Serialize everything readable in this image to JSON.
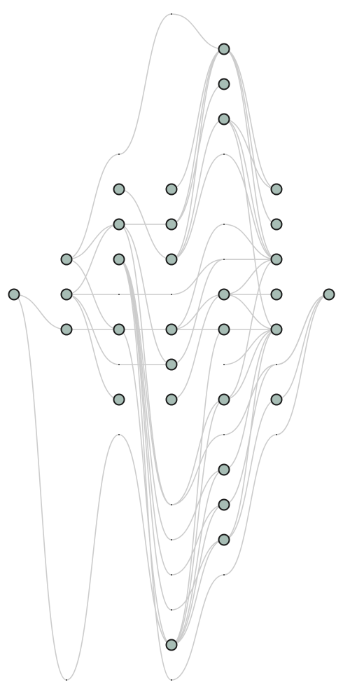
{
  "nodes": [
    {
      "id": "a",
      "col": 0,
      "row": 8
    },
    {
      "id": "b1",
      "col": 1,
      "row": 7
    },
    {
      "id": "b2",
      "col": 1,
      "row": 8
    },
    {
      "id": "b3",
      "col": 1,
      "row": 9
    },
    {
      "id": "c1",
      "col": 2,
      "row": 5
    },
    {
      "id": "c2",
      "col": 2,
      "row": 6
    },
    {
      "id": "c3",
      "col": 2,
      "row": 7
    },
    {
      "id": "c4",
      "col": 2,
      "row": 9
    },
    {
      "id": "c5",
      "col": 2,
      "row": 11
    },
    {
      "id": "d1",
      "col": 3,
      "row": 5
    },
    {
      "id": "d2",
      "col": 3,
      "row": 6
    },
    {
      "id": "d3",
      "col": 3,
      "row": 7
    },
    {
      "id": "d4",
      "col": 3,
      "row": 9
    },
    {
      "id": "d5",
      "col": 3,
      "row": 10
    },
    {
      "id": "d6",
      "col": 3,
      "row": 11
    },
    {
      "id": "d7",
      "col": 3,
      "row": 18
    },
    {
      "id": "e1",
      "col": 4,
      "row": 1
    },
    {
      "id": "e2",
      "col": 4,
      "row": 2
    },
    {
      "id": "e3",
      "col": 4,
      "row": 3
    },
    {
      "id": "e4",
      "col": 4,
      "row": 8
    },
    {
      "id": "e5",
      "col": 4,
      "row": 9
    },
    {
      "id": "e6",
      "col": 4,
      "row": 11
    },
    {
      "id": "e7",
      "col": 4,
      "row": 13
    },
    {
      "id": "e8",
      "col": 4,
      "row": 14
    },
    {
      "id": "e9",
      "col": 4,
      "row": 15
    },
    {
      "id": "f1",
      "col": 5,
      "row": 5
    },
    {
      "id": "f2",
      "col": 5,
      "row": 6
    },
    {
      "id": "f3",
      "col": 5,
      "row": 7
    },
    {
      "id": "f4",
      "col": 5,
      "row": 8
    },
    {
      "id": "f5",
      "col": 5,
      "row": 9
    },
    {
      "id": "f6",
      "col": 5,
      "row": 11
    },
    {
      "id": "g",
      "col": 6,
      "row": 8
    }
  ],
  "dummies": [
    {
      "col": 3,
      "row": 0
    },
    {
      "col": 2,
      "row": 4
    },
    {
      "col": 4,
      "row": 4
    },
    {
      "col": 4,
      "row": 6
    },
    {
      "col": 4,
      "row": 7
    },
    {
      "col": 2,
      "row": 8
    },
    {
      "col": 3,
      "row": 8
    },
    {
      "col": 2,
      "row": 10
    },
    {
      "col": 4,
      "row": 10
    },
    {
      "col": 5,
      "row": 10
    },
    {
      "col": 2,
      "row": 12
    },
    {
      "col": 4,
      "row": 12
    },
    {
      "col": 5,
      "row": 12
    },
    {
      "col": 3,
      "row": 14
    },
    {
      "col": 3,
      "row": 15
    },
    {
      "col": 3,
      "row": 16
    },
    {
      "col": 4,
      "row": 16
    },
    {
      "col": 3,
      "row": 17
    },
    {
      "col": 1,
      "row": 19
    },
    {
      "col": 3,
      "row": 19
    }
  ],
  "edges": [
    [
      [
        0,
        8
      ],
      [
        1,
        19
      ],
      [
        2,
        12
      ],
      [
        3,
        18
      ]
    ],
    [
      [
        0,
        8
      ],
      [
        1,
        9
      ]
    ],
    [
      [
        1,
        7
      ],
      [
        2,
        4
      ],
      [
        3,
        0
      ],
      [
        4,
        1
      ]
    ],
    [
      [
        1,
        7
      ],
      [
        2,
        6
      ]
    ],
    [
      [
        1,
        7
      ],
      [
        2,
        9
      ]
    ],
    [
      [
        1,
        8
      ],
      [
        2,
        6
      ]
    ],
    [
      [
        1,
        8
      ],
      [
        2,
        8
      ],
      [
        3,
        8
      ],
      [
        4,
        7
      ],
      [
        5,
        7
      ]
    ],
    [
      [
        1,
        8
      ],
      [
        2,
        10
      ],
      [
        3,
        10
      ]
    ],
    [
      [
        1,
        8
      ],
      [
        2,
        11
      ]
    ],
    [
      [
        1,
        9
      ],
      [
        2,
        9
      ]
    ],
    [
      [
        2,
        5
      ],
      [
        3,
        7
      ]
    ],
    [
      [
        2,
        6
      ],
      [
        3,
        6
      ]
    ],
    [
      [
        2,
        6
      ],
      [
        3,
        10
      ]
    ],
    [
      [
        2,
        6
      ],
      [
        3,
        14
      ],
      [
        4,
        11
      ]
    ],
    [
      [
        2,
        7
      ],
      [
        3,
        14
      ],
      [
        4,
        12
      ],
      [
        5,
        10
      ],
      [
        6,
        8
      ]
    ],
    [
      [
        2,
        7
      ],
      [
        3,
        15
      ],
      [
        4,
        13
      ]
    ],
    [
      [
        2,
        7
      ],
      [
        3,
        16
      ],
      [
        4,
        14
      ]
    ],
    [
      [
        2,
        7
      ],
      [
        3,
        17
      ],
      [
        4,
        15
      ]
    ],
    [
      [
        2,
        7
      ],
      [
        3,
        19
      ],
      [
        4,
        16
      ],
      [
        5,
        12
      ],
      [
        6,
        8
      ]
    ],
    [
      [
        2,
        9
      ],
      [
        3,
        9
      ]
    ],
    [
      [
        2,
        9
      ],
      [
        3,
        18
      ]
    ],
    [
      [
        3,
        5
      ],
      [
        4,
        1
      ]
    ],
    [
      [
        3,
        6
      ],
      [
        4,
        1
      ]
    ],
    [
      [
        3,
        6
      ],
      [
        4,
        2
      ]
    ],
    [
      [
        3,
        7
      ],
      [
        4,
        1
      ]
    ],
    [
      [
        3,
        7
      ],
      [
        4,
        3
      ]
    ],
    [
      [
        3,
        7
      ],
      [
        4,
        4
      ],
      [
        5,
        7
      ]
    ],
    [
      [
        3,
        9
      ],
      [
        4,
        6
      ],
      [
        5,
        7
      ]
    ],
    [
      [
        3,
        9
      ],
      [
        4,
        9
      ]
    ],
    [
      [
        3,
        9
      ],
      [
        4,
        8
      ]
    ],
    [
      [
        3,
        10
      ],
      [
        4,
        7
      ],
      [
        5,
        7
      ]
    ],
    [
      [
        3,
        11
      ],
      [
        4,
        8
      ]
    ],
    [
      [
        3,
        18
      ],
      [
        4,
        9
      ]
    ],
    [
      [
        3,
        18
      ],
      [
        4,
        11
      ]
    ],
    [
      [
        3,
        18
      ],
      [
        4,
        13
      ]
    ],
    [
      [
        3,
        18
      ],
      [
        4,
        14
      ]
    ],
    [
      [
        3,
        18
      ],
      [
        4,
        15
      ]
    ],
    [
      [
        4,
        1
      ],
      [
        5,
        5
      ]
    ],
    [
      [
        4,
        1
      ],
      [
        5,
        6
      ]
    ],
    [
      [
        4,
        1
      ],
      [
        5,
        7
      ]
    ],
    [
      [
        4,
        3
      ],
      [
        5,
        5
      ]
    ],
    [
      [
        4,
        3
      ],
      [
        5,
        7
      ]
    ],
    [
      [
        4,
        3
      ],
      [
        5,
        9
      ]
    ],
    [
      [
        4,
        8
      ],
      [
        5,
        7
      ]
    ],
    [
      [
        4,
        8
      ],
      [
        5,
        8
      ]
    ],
    [
      [
        4,
        8
      ],
      [
        5,
        9
      ]
    ],
    [
      [
        4,
        9
      ],
      [
        5,
        9
      ]
    ],
    [
      [
        4,
        11
      ],
      [
        5,
        9
      ]
    ],
    [
      [
        4,
        11
      ],
      [
        5,
        7
      ]
    ],
    [
      [
        4,
        10
      ],
      [
        5,
        9
      ]
    ],
    [
      [
        4,
        13
      ],
      [
        5,
        9
      ]
    ],
    [
      [
        4,
        15
      ],
      [
        5,
        9
      ]
    ],
    [
      [
        4,
        15
      ],
      [
        5,
        11
      ]
    ],
    [
      [
        4,
        14
      ],
      [
        5,
        10
      ],
      [
        6,
        8
      ]
    ],
    [
      [
        5,
        11
      ],
      [
        6,
        8
      ]
    ]
  ]
}
